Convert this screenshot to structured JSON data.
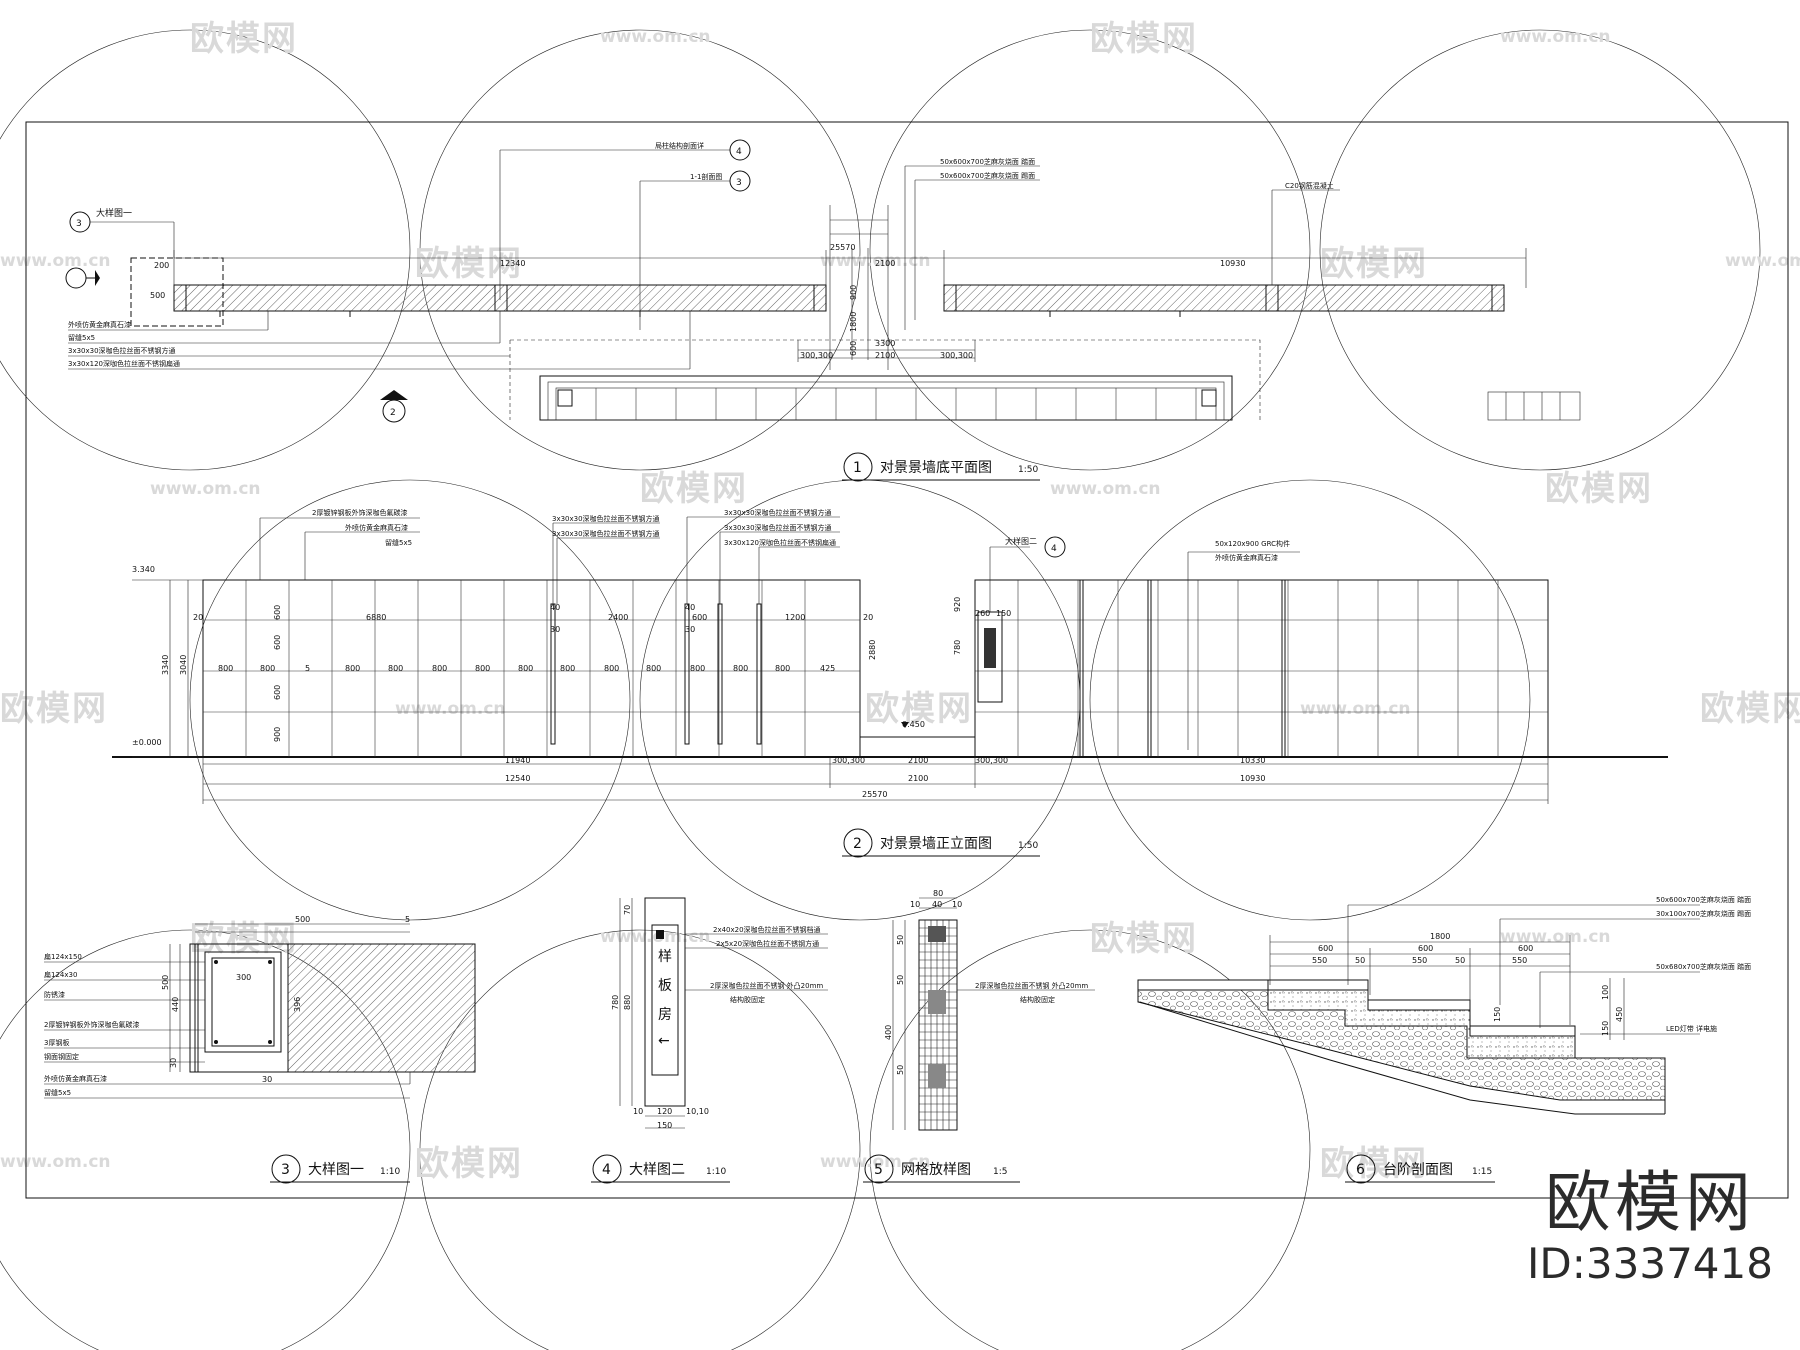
{
  "watermark": {
    "brand": "欧模网",
    "url": "www.om.cn",
    "id": "ID:3337418"
  },
  "views": {
    "plan": {
      "num": "1",
      "title": "对景景墙底平面图",
      "scale": "1:50"
    },
    "elevation": {
      "num": "2",
      "title": "对景景墙正立面图",
      "scale": "1:50"
    },
    "detail1": {
      "num": "3",
      "title": "大样图一",
      "scale": "1:10"
    },
    "detail2": {
      "num": "4",
      "title": "大样图二",
      "scale": "1:10"
    },
    "grid": {
      "num": "5",
      "title": "网格放样图",
      "scale": "1:5"
    },
    "steps": {
      "num": "6",
      "title": "台阶剖面图",
      "scale": "1:15"
    }
  },
  "plan": {
    "notes_left": [
      "外喷仿黄金麻真石漆",
      "留缝5x5",
      "3x30x30深咖色拉丝面不锈钢方通",
      "3x30x120深咖色拉丝面不锈钢扁通"
    ],
    "detail_tag": "大样图一",
    "callouts_top": [
      "局柱结构剖面详",
      "1-1剖面图"
    ],
    "callouts_right": [
      "50x600x700芝麻灰烧面 踏面",
      "50x600x700芝麻灰烧面 踢面",
      "C20钢筋混凝土"
    ],
    "dims": {
      "total": "25570",
      "left": "12340",
      "mid": "2100",
      "right": "10930",
      "side_a": "200",
      "side_b": "500",
      "d900": "900",
      "d1800": "1800",
      "d600": "600",
      "d3300": "3300",
      "d300": "300,300"
    }
  },
  "elevation": {
    "notes_left": [
      "2厚镀锌钢板外饰深咖色氟碳漆",
      "外喷仿黄金麻真石漆",
      "留缝5x5"
    ],
    "notes_mid": [
      "3x30x30深咖色拉丝面不锈钢方通",
      "3x30x30深咖色拉丝面不锈钢方通"
    ],
    "notes_mid2": [
      "3x30x30深咖色拉丝面不锈钢方通",
      "3x30x30深咖色拉丝面不锈钢方通",
      "3x30x120深咖色拉丝面不锈钢扁通"
    ],
    "detail_tag": "大样图二",
    "notes_right": [
      "50x120x900 GRC构件",
      "外喷仿黄金麻真石漆"
    ],
    "levels": {
      "top": "3.340",
      "zero": "±0.000",
      "step": "0.450"
    },
    "dims": {
      "height": "3340",
      "h3040": "3040",
      "panel": "800",
      "gap": "5",
      "row": "600",
      "row900": "900",
      "d6880": "6880",
      "d2400": "2400",
      "d1200": "1200",
      "d600": "600",
      "d20": "20",
      "d40": "40",
      "d30": "30",
      "d425": "425",
      "d2880": "2880",
      "d920": "920",
      "d780": "780",
      "d260": "260",
      "d150": "150",
      "b11940": "11940",
      "b300": "300,300",
      "b2100": "2100",
      "b10330": "10330",
      "b12540": "12540",
      "b10930": "10930",
      "b25570": "25570"
    }
  },
  "detail1": {
    "notes": [
      "扁124x150",
      "扁124x30",
      "防锈漆",
      "2厚镀锌钢板外饰深咖色氟碳漆",
      "3厚钢板",
      "钢面钢固定",
      "外喷仿黄金麻真石漆",
      "留缝5x5"
    ],
    "dims": {
      "d500": "500",
      "d440": "440",
      "d300": "300",
      "d396": "396",
      "d30": "30",
      "d5": "5"
    }
  },
  "detail2": {
    "sign": [
      "样",
      "板",
      "房",
      "←"
    ],
    "notes": [
      "2x40x20深咖色拉丝面不锈钢档通",
      "2x5x20深咖色拉丝面不锈钢方通",
      "2厚深咖色拉丝面不锈钢 外凸20mm",
      "结构胶固定"
    ],
    "dims": {
      "d70": "70",
      "d780": "780",
      "d880": "880",
      "d10": "10",
      "d150": "150",
      "d120": "120",
      "d10b": "10,10"
    }
  },
  "grid": {
    "notes": [
      "2厚深咖色拉丝面不锈钢 外凸20mm",
      "结构胶固定"
    ],
    "dims": {
      "d80": "80",
      "d10": "10",
      "d40": "40",
      "d400": "400",
      "d50": "50"
    }
  },
  "steps": {
    "notes": [
      "50x600x700芝麻灰烧面 踏面",
      "30x100x700芝麻灰烧面 踢面",
      "50x680x700芝麻灰烧面 踏面",
      "LED灯带 详电施"
    ],
    "dims": {
      "d1800": "1800",
      "d600": "600",
      "d550": "550",
      "d50": "50",
      "d150": "150",
      "d100": "100",
      "d450": "450"
    }
  }
}
